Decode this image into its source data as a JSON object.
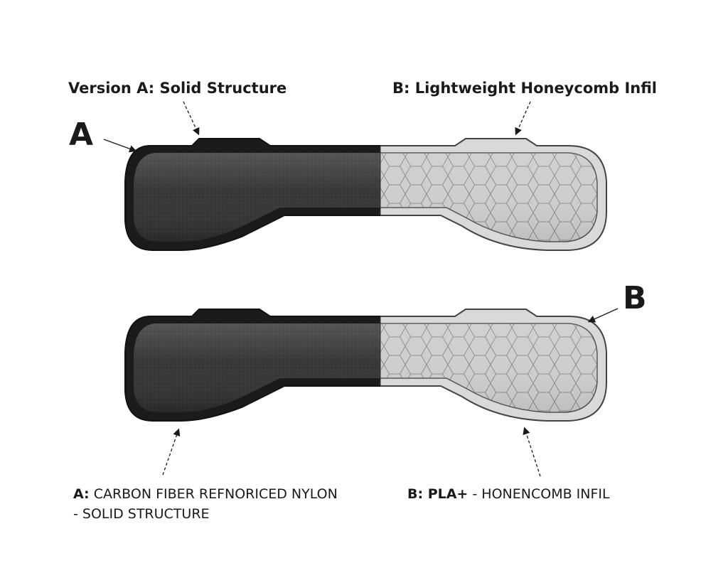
{
  "labels": {
    "top_a": "Version A: Solid Structure",
    "top_b": "B: Lightweight Honeycomb Infil",
    "letter_a": "A",
    "letter_b": "B",
    "bottom_a_prefix": "A:",
    "bottom_a_line1": " CARBON FIBER REFNORICED NYLON",
    "bottom_a_line2": "- SOLID STRUCTURE",
    "bottom_b_prefix": "B: PLA+",
    "bottom_b_rest": " - HONENCOMB INFIL"
  },
  "materials": {
    "a": {
      "name": "carbon-fiber-nylon",
      "fill": "#2e2e2e",
      "shell": "#1c1c1c"
    },
    "b": {
      "name": "pla-honeycomb",
      "fill": "#cfcfcf",
      "shell": "#d6d6d6",
      "cell_stroke": "#8a8a8a"
    }
  },
  "parts": [
    "upper-part",
    "lower-part"
  ]
}
